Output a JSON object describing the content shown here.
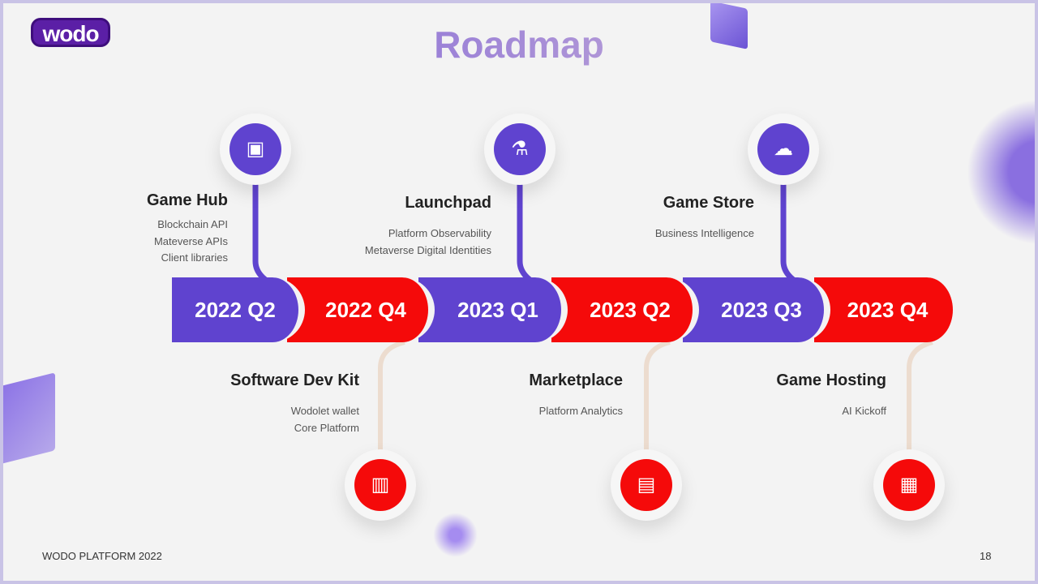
{
  "logo": "wodo",
  "title": "Roadmap",
  "segments": [
    "2022 Q2",
    "2022 Q4",
    "2023 Q1",
    "2023 Q2",
    "2023 Q3",
    "2023 Q4"
  ],
  "milestones": [
    {
      "title": "Game Hub",
      "items": [
        "Blockchain  API",
        "Mateverse APIs",
        "Client libraries"
      ],
      "icon": "game-hub-icon"
    },
    {
      "title": "Software  Dev Kit",
      "items": [
        "Wodolet wallet",
        "Core Platform"
      ],
      "icon": "factory-icon"
    },
    {
      "title": "Launchpad",
      "items": [
        "Platform  Observability",
        "Metaverse Digital Identities"
      ],
      "icon": "launch-icon"
    },
    {
      "title": "Marketplace",
      "items": [
        "Platform Analytics"
      ],
      "icon": "analytics-icon"
    },
    {
      "title": "Game Store",
      "items": [
        "Business  Intelligence"
      ],
      "icon": "cloud-code-icon"
    },
    {
      "title": "Game Hosting",
      "items": [
        "AI Kickoff"
      ],
      "icon": "server-icon"
    }
  ],
  "footer": {
    "left": "WODO PLATFORM 2022",
    "page": "18"
  },
  "colors": {
    "purple": "#5f43cf",
    "red": "#f50a0a",
    "stem_bottom": "#ecdccf"
  }
}
